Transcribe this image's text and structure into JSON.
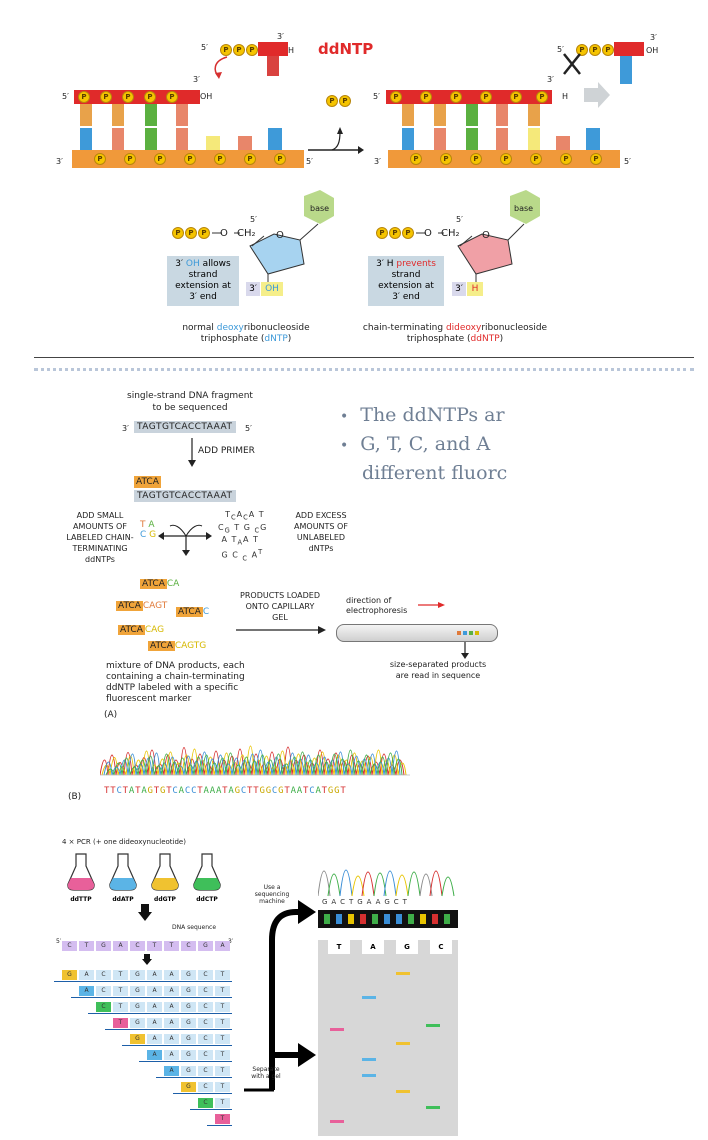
{
  "top": {
    "ddntp_label": "ddNTP",
    "five_prime": "5′",
    "three_prime": "3′",
    "p": "P",
    "oh": "OH",
    "h": "H",
    "minus_h": "H",
    "base": "base",
    "ch2": "CH₂",
    "o": "O",
    "left_box": [
      "3′ ",
      "OH",
      " allows",
      "strand",
      "extension at",
      "3′ end"
    ],
    "right_box": [
      "3′ H ",
      "prevents",
      "strand",
      "extension at",
      "3′ end"
    ],
    "left_three": "3′",
    "left_oh": "OH",
    "right_three": "3′",
    "right_h": "H",
    "left_caption_1a": "normal ",
    "left_caption_1b": "deoxy",
    "left_caption_1c": "ribonucleoside",
    "left_caption_2a": "triphosphate (",
    "left_caption_2b": "dNTP",
    "left_caption_2c": ")",
    "right_caption_1a": "chain-terminating ",
    "right_caption_1b": "dideoxy",
    "right_caption_1c": "ribonucleoside",
    "right_caption_2a": "triphosphate (",
    "right_caption_2b": "ddNTP",
    "right_caption_2c": ")"
  },
  "middle": {
    "fragment_label_1": "single-strand DNA fragment",
    "fragment_label_2": "to be sequenced",
    "three": "3′",
    "five": "5′",
    "template": "TAGTGTCACCTAAAT",
    "add_primer": "ADD PRIMER",
    "primer": "ATCA",
    "add_small": [
      "ADD SMALL",
      "AMOUNTS OF",
      "LABELED CHAIN-",
      "TERMINATING",
      "ddNTPs"
    ],
    "add_excess": [
      "ADD EXCESS",
      "AMOUNTS OF",
      "UNLABELED",
      "dNTPs"
    ],
    "products_loaded": [
      "PRODUCTS LOADED",
      "ONTO CAPILLARY",
      "GEL"
    ],
    "direction": [
      "direction of",
      "electrophoresis"
    ],
    "size_separated": [
      "size-separated products",
      "are read in sequence"
    ],
    "mixture": [
      "mixture of DNA products, each",
      "containing a chain-terminating",
      "ddNTP labeled with a specific",
      "fluorescent marker"
    ],
    "label_a": "(A)",
    "label_b": "(B)",
    "bullets": [
      "The ddNTPs ar",
      "G, T, C, and A",
      "different fluorc"
    ],
    "products": [
      {
        "primer": "ATCA",
        "rest": "CA"
      },
      {
        "primer": "ATCA",
        "rest": "CAGT"
      },
      {
        "primer": "ATCA",
        "rest": "C"
      },
      {
        "primer": "ATCA",
        "rest": "CAG"
      },
      {
        "primer": "ATCA",
        "rest": "CAGTG"
      }
    ],
    "read_sequence": "TTCTATAGTGTCACCTAAATAGCTTGGCGTAATCATGGT"
  },
  "bottom": {
    "pcr_label": "4 × PCR (+ one dideoxynucleotide)",
    "tubes": [
      "ddTTP",
      "ddATP",
      "ddGTP",
      "ddCTP"
    ],
    "tube_colors": [
      "#e8609a",
      "#5bb4e6",
      "#f0c230",
      "#3fbf5a"
    ],
    "dna_sequence_label": "DNA sequence",
    "five": "5′",
    "three": "3′",
    "template": [
      "C",
      "T",
      "G",
      "A",
      "C",
      "T",
      "T",
      "C",
      "G",
      "A"
    ],
    "fragments": [
      [
        "G",
        "A",
        "C",
        "T",
        "G",
        "A",
        "A",
        "G",
        "C",
        "T"
      ],
      [
        "A",
        "C",
        "T",
        "G",
        "A",
        "A",
        "G",
        "C",
        "T"
      ],
      [
        "C",
        "T",
        "G",
        "A",
        "A",
        "G",
        "C",
        "T"
      ],
      [
        "T",
        "G",
        "A",
        "A",
        "G",
        "C",
        "T"
      ],
      [
        "G",
        "A",
        "A",
        "G",
        "C",
        "T"
      ],
      [
        "A",
        "A",
        "G",
        "C",
        "T"
      ],
      [
        "A",
        "G",
        "C",
        "T"
      ],
      [
        "G",
        "C",
        "T"
      ],
      [
        "C",
        "T"
      ],
      [
        "T"
      ]
    ],
    "use_machine": [
      "Use a",
      "sequencing",
      "machine"
    ],
    "separate": [
      "Separate",
      "with a gel"
    ],
    "machine_read": [
      "G",
      "A",
      "C",
      "T",
      "G",
      "A",
      "A",
      "G",
      "C",
      "T"
    ],
    "gel_lanes": [
      "T",
      "A",
      "G",
      "C"
    ]
  }
}
